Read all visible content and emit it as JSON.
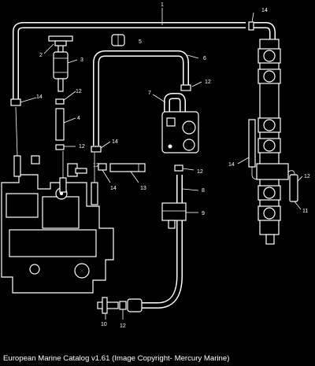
{
  "caption": "European Marine Catalog v1.61 (Image Copyright- Mercury Marine)",
  "callouts": [
    "1",
    "14",
    "2",
    "3",
    "5",
    "6",
    "14",
    "12",
    "12",
    "7",
    "4",
    "12",
    "12",
    "14",
    "14",
    "12",
    "13",
    "14",
    "8",
    "9",
    "12",
    "11",
    "10",
    "12"
  ]
}
